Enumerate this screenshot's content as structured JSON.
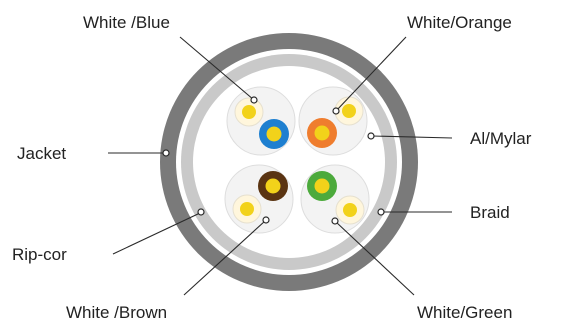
{
  "labels": {
    "white_blue": "White /Blue",
    "white_orange": "White/Orange",
    "jacket": "Jacket",
    "al_mylar": "Al/Mylar",
    "braid": "Braid",
    "rip_cord": "Rip-cor",
    "white_brown": "White /Brown",
    "white_green": "White/Green"
  },
  "colors": {
    "jacket": "#7a7a7a",
    "braid": "#c9c9c9",
    "filler": "#ffffff",
    "pair_foil": "#f2f2f2",
    "insulation": "#fff5d6",
    "conductor": "#f2d21a",
    "blue": "#1e7fd0",
    "orange": "#ef7d2e",
    "brown": "#5a3412",
    "green": "#4caa3c"
  },
  "pairs": [
    {
      "name": "White /Blue",
      "color_key": "blue"
    },
    {
      "name": "White/Orange",
      "color_key": "orange"
    },
    {
      "name": "White /Brown",
      "color_key": "brown"
    },
    {
      "name": "White/Green",
      "color_key": "green"
    }
  ]
}
